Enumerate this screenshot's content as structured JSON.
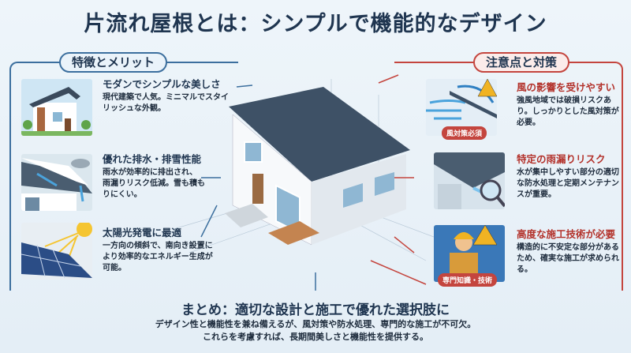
{
  "title": "片流れ屋根とは：シンプルで機能的なデザイン",
  "merits": {
    "label": "特徴とメリット",
    "items": [
      {
        "heading": "モダンでシンプルな美しさ",
        "body": "現代建築で人気。ミニマルでスタイリッシュな外観。"
      },
      {
        "heading": "優れた排水・排雪性能",
        "body": "雨水が効率的に排出され、雨漏りリスク低減。雪も積もりにくい。"
      },
      {
        "heading": "太陽光発電に最適",
        "body": "一方向の傾斜で、南向き設置により効率的なエネルギー生成が可能。"
      }
    ]
  },
  "cautions": {
    "label": "注意点と対策",
    "items": [
      {
        "heading": "風の影響を受けやすい",
        "body": "強風地域では破損リスクあり。しっかりとした風対策が必要。",
        "badge": "風対策必須"
      },
      {
        "heading": "特定の雨漏りリスク",
        "body": "水が集中しやすい部分の適切な防水処理と定期メンテナンスが重要。"
      },
      {
        "heading": "高度な施工技術が必要",
        "body": "構造的に不安定な部分があるため、確実な施工が求められる。",
        "badge": "専門知識・技術"
      }
    ]
  },
  "summary": {
    "title": "まとめ：適切な設計と施工で優れた選択肢に",
    "line1": "デザイン性と機能性を兼ね備えるが、風対策や防水処理、専門的な施工が不可欠。",
    "line2": "これらを考慮すれば、長期間美しさと機能性を提供する。"
  }
}
